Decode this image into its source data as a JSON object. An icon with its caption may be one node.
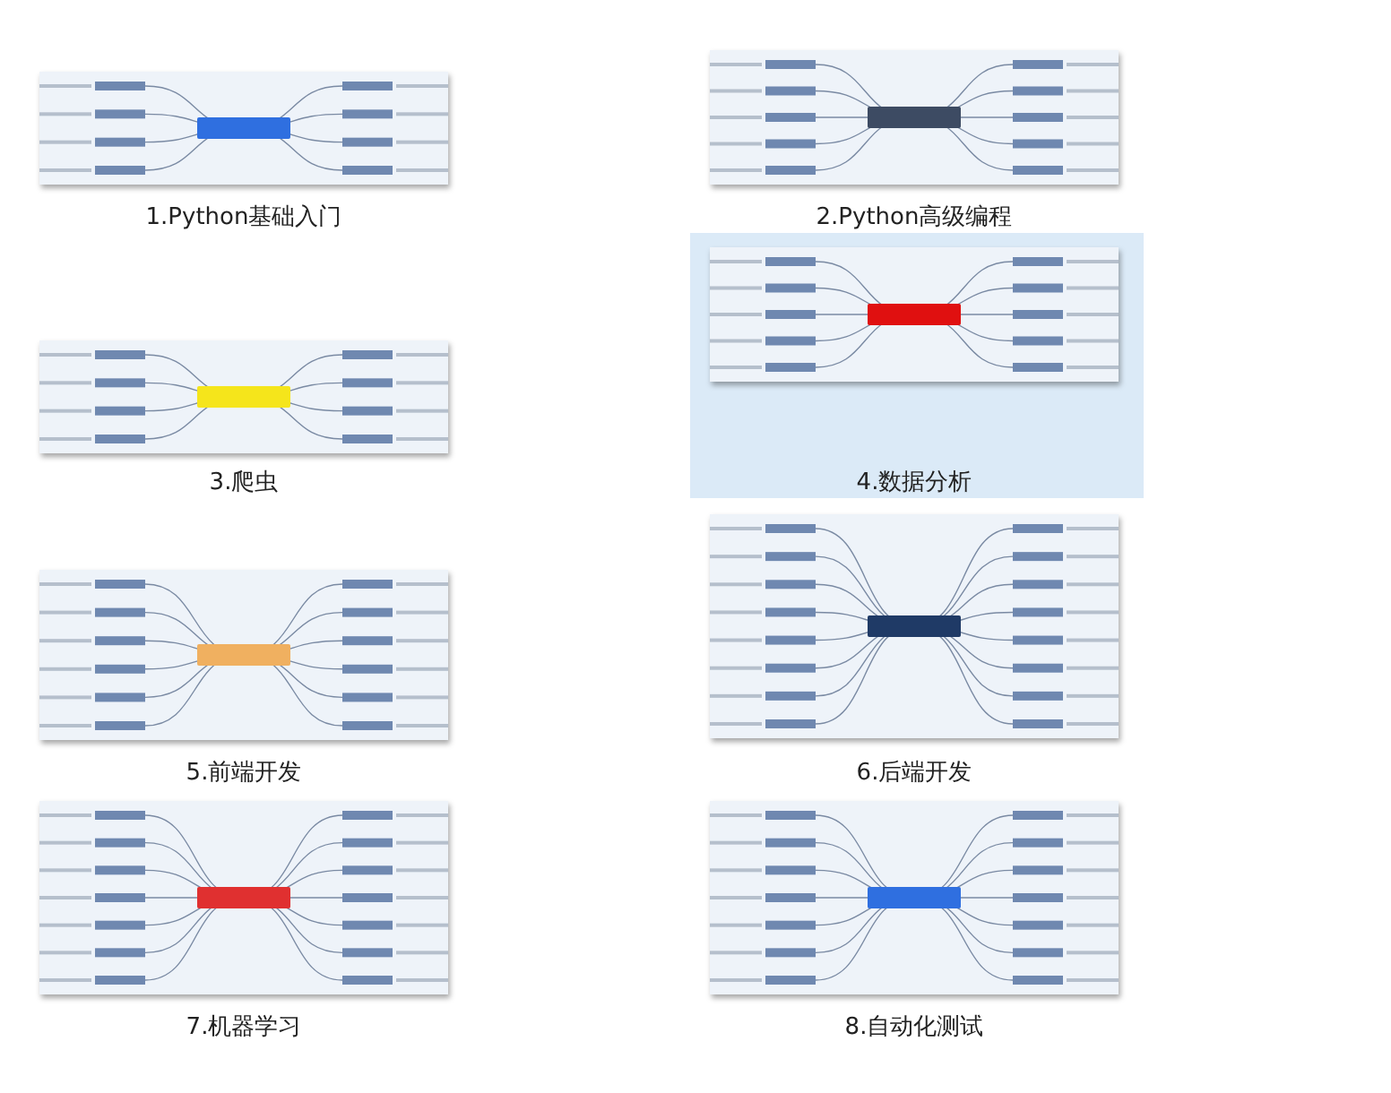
{
  "diagram": {
    "nodes": [
      {
        "text": [],
        "shape": "picture"
      },
      {
        "text": [],
        "shape": "picture"
      },
      {
        "text": [],
        "shape": "picture"
      },
      {
        "text": [],
        "shape": "picture"
      },
      {
        "text": [],
        "shape": "picture"
      },
      {
        "text": [],
        "shape": "picture"
      },
      {
        "text": [],
        "shape": "picture"
      },
      {
        "text": [],
        "shape": "picture"
      }
    ],
    "labels": [
      "1.Python基础入门",
      "2.Python高级编程",
      "3.爬虫",
      "4.数据分析",
      "5.前端开发",
      "6.后端开发",
      "7.机器学习",
      "8.自动化测试"
    ]
  }
}
